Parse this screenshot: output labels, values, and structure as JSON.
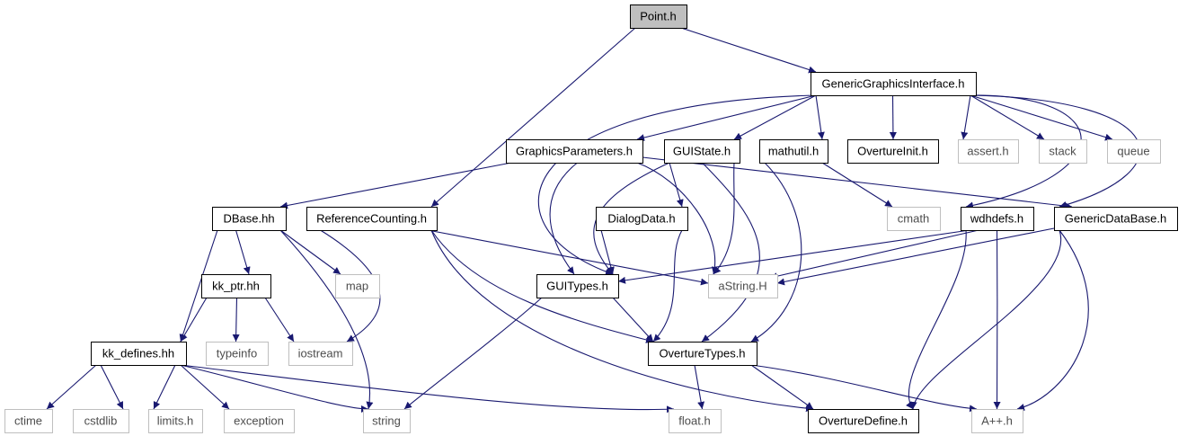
{
  "diagram": {
    "colors": {
      "edge": "#191970",
      "root_fill": "#bfbfbf",
      "border_project": "#000000",
      "border_external": "#bfbfbf",
      "text_project": "#000000",
      "text_external": "#4d4d4d"
    },
    "nodes": [
      {
        "id": "point_h",
        "label": "Point.h",
        "kind": "root"
      },
      {
        "id": "genericgraphicsinterface_h",
        "label": "GenericGraphicsInterface.h",
        "kind": "project"
      },
      {
        "id": "graphicsparameters_h",
        "label": "GraphicsParameters.h",
        "kind": "project"
      },
      {
        "id": "guistate_h",
        "label": "GUIState.h",
        "kind": "project"
      },
      {
        "id": "mathutil_h",
        "label": "mathutil.h",
        "kind": "project"
      },
      {
        "id": "ovetureinit_h",
        "label": "OvertureInit.h",
        "kind": "project"
      },
      {
        "id": "assert_h",
        "label": "assert.h",
        "kind": "external"
      },
      {
        "id": "stack",
        "label": "stack",
        "kind": "external"
      },
      {
        "id": "queue",
        "label": "queue",
        "kind": "external"
      },
      {
        "id": "dbase_hh",
        "label": "DBase.hh",
        "kind": "project"
      },
      {
        "id": "referencecounting_h",
        "label": "ReferenceCounting.h",
        "kind": "project"
      },
      {
        "id": "dialogdata_h",
        "label": "DialogData.h",
        "kind": "project"
      },
      {
        "id": "cmath",
        "label": "cmath",
        "kind": "external"
      },
      {
        "id": "wdhdefs_h",
        "label": "wdhdefs.h",
        "kind": "project"
      },
      {
        "id": "genericdatabase_h",
        "label": "GenericDataBase.h",
        "kind": "project"
      },
      {
        "id": "kk_ptr_hh",
        "label": "kk_ptr.hh",
        "kind": "project"
      },
      {
        "id": "map",
        "label": "map",
        "kind": "external"
      },
      {
        "id": "guitypes_h",
        "label": "GUITypes.h",
        "kind": "project"
      },
      {
        "id": "astring_h",
        "label": "aString.H",
        "kind": "external"
      },
      {
        "id": "kk_defines_hh",
        "label": "kk_defines.hh",
        "kind": "project"
      },
      {
        "id": "typeinfo",
        "label": "typeinfo",
        "kind": "external"
      },
      {
        "id": "iostream",
        "label": "iostream",
        "kind": "external"
      },
      {
        "id": "overturetypes_h",
        "label": "OvertureTypes.h",
        "kind": "project"
      },
      {
        "id": "ctime",
        "label": "ctime",
        "kind": "external"
      },
      {
        "id": "cstdlib",
        "label": "cstdlib",
        "kind": "external"
      },
      {
        "id": "limits_h",
        "label": "limits.h",
        "kind": "external"
      },
      {
        "id": "exception",
        "label": "exception",
        "kind": "external"
      },
      {
        "id": "string",
        "label": "string",
        "kind": "external"
      },
      {
        "id": "float_h",
        "label": "float.h",
        "kind": "external"
      },
      {
        "id": "overturedefine_h",
        "label": "OvertureDefine.h",
        "kind": "project"
      },
      {
        "id": "app_h",
        "label": "A++.h",
        "kind": "external"
      }
    ],
    "edges": [
      {
        "from": "point_h",
        "to": "genericgraphicsinterface_h"
      },
      {
        "from": "point_h",
        "to": "referencecounting_h"
      },
      {
        "from": "genericgraphicsinterface_h",
        "to": "graphicsparameters_h"
      },
      {
        "from": "genericgraphicsinterface_h",
        "to": "guistate_h"
      },
      {
        "from": "genericgraphicsinterface_h",
        "to": "mathutil_h"
      },
      {
        "from": "genericgraphicsinterface_h",
        "to": "ovetureinit_h"
      },
      {
        "from": "genericgraphicsinterface_h",
        "to": "assert_h"
      },
      {
        "from": "genericgraphicsinterface_h",
        "to": "stack"
      },
      {
        "from": "genericgraphicsinterface_h",
        "to": "queue"
      },
      {
        "from": "genericgraphicsinterface_h",
        "to": "guitypes_h"
      },
      {
        "from": "genericgraphicsinterface_h",
        "to": "wdhdefs_h"
      },
      {
        "from": "genericgraphicsinterface_h",
        "to": "genericdatabase_h"
      },
      {
        "from": "graphicsparameters_h",
        "to": "dbase_hh"
      },
      {
        "from": "graphicsparameters_h",
        "to": "guitypes_h"
      },
      {
        "from": "graphicsparameters_h",
        "to": "astring_h"
      },
      {
        "from": "graphicsparameters_h",
        "to": "genericdatabase_h"
      },
      {
        "from": "guistate_h",
        "to": "dialogdata_h"
      },
      {
        "from": "guistate_h",
        "to": "guitypes_h"
      },
      {
        "from": "guistate_h",
        "to": "astring_h"
      },
      {
        "from": "guistate_h",
        "to": "overturetypes_h"
      },
      {
        "from": "mathutil_h",
        "to": "cmath"
      },
      {
        "from": "mathutil_h",
        "to": "overturetypes_h"
      },
      {
        "from": "dbase_hh",
        "to": "kk_ptr_hh"
      },
      {
        "from": "dbase_hh",
        "to": "map"
      },
      {
        "from": "dbase_hh",
        "to": "kk_defines_hh"
      },
      {
        "from": "dbase_hh",
        "to": "string"
      },
      {
        "from": "referencecounting_h",
        "to": "iostream"
      },
      {
        "from": "referencecounting_h",
        "to": "astring_h"
      },
      {
        "from": "referencecounting_h",
        "to": "overturetypes_h"
      },
      {
        "from": "referencecounting_h",
        "to": "overturedefine_h"
      },
      {
        "from": "dialogdata_h",
        "to": "guitypes_h"
      },
      {
        "from": "dialogdata_h",
        "to": "overturetypes_h"
      },
      {
        "from": "wdhdefs_h",
        "to": "guitypes_h"
      },
      {
        "from": "wdhdefs_h",
        "to": "astring_h"
      },
      {
        "from": "wdhdefs_h",
        "to": "overturedefine_h"
      },
      {
        "from": "wdhdefs_h",
        "to": "app_h"
      },
      {
        "from": "genericdatabase_h",
        "to": "astring_h"
      },
      {
        "from": "genericdatabase_h",
        "to": "overturedefine_h"
      },
      {
        "from": "genericdatabase_h",
        "to": "app_h"
      },
      {
        "from": "kk_ptr_hh",
        "to": "kk_defines_hh"
      },
      {
        "from": "kk_ptr_hh",
        "to": "typeinfo"
      },
      {
        "from": "kk_ptr_hh",
        "to": "iostream"
      },
      {
        "from": "guitypes_h",
        "to": "overturetypes_h"
      },
      {
        "from": "guitypes_h",
        "to": "string"
      },
      {
        "from": "kk_defines_hh",
        "to": "ctime"
      },
      {
        "from": "kk_defines_hh",
        "to": "cstdlib"
      },
      {
        "from": "kk_defines_hh",
        "to": "limits_h"
      },
      {
        "from": "kk_defines_hh",
        "to": "exception"
      },
      {
        "from": "kk_defines_hh",
        "to": "string"
      },
      {
        "from": "kk_defines_hh",
        "to": "float_h"
      },
      {
        "from": "overturetypes_h",
        "to": "float_h"
      },
      {
        "from": "overturetypes_h",
        "to": "overturedefine_h"
      },
      {
        "from": "overturetypes_h",
        "to": "app_h"
      }
    ]
  }
}
